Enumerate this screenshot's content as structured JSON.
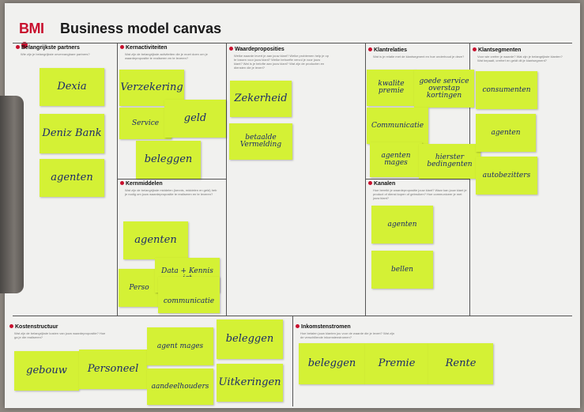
{
  "header": {
    "logo": "BMI",
    "title": "Business model canvas"
  },
  "sections": {
    "partners": {
      "label": "Belangrijkste partners",
      "question": "Wie zijn je belangrijkste onvervangbare partners?"
    },
    "activities": {
      "label": "Kernactiviteiten",
      "question": "Wat zijn de belangrijkste activiteiten die je moet doen om je waardepropositie te realiseren en te leveren?"
    },
    "value": {
      "label": "Waardeproposities",
      "question": "Welke waarde levert je aan jouw klant? Welke problemen help je op te lossen voor jouw klant? Welke behoefte vervul je voor jouw klant? Wat is je belofte aan jouw klant? Wat zijn de producten en diensten die je levert?"
    },
    "relations": {
      "label": "Klantrelaties",
      "question": "Wat is je relatie met de klantsegment en hoe onderhoud je deze?"
    },
    "segments": {
      "label": "Klantsegmenten",
      "question": "Voor wie creëer je waarde? Wat zijn je belangrijkste klanten? Wat bepaalt, creëert en geldt dit je klantsegment?"
    },
    "resources": {
      "label": "Kernmiddelen",
      "question": "Wat zijn de belangrijkste middelen (kennis, middelen en geld) heb je nodig om jouw waardepropositie te realiseren en te leveren?"
    },
    "channels": {
      "label": "Kanalen",
      "question": "Hoe bereikt je waardepropositie jouw klant? Waar kan jouw klant je product of dienst kopen of gebruiken? Hoe communiceer je met jouw klant?"
    },
    "costs": {
      "label": "Kostenstructuur",
      "question": "Wat zijn de belangrijkste kosten van jouw waardepropositie? Hoe ga je die realiseren?"
    },
    "revenue": {
      "label": "Inkomstenstromen",
      "question": "Hoe betalen jouw klanten jou voor de waarde die je levert? Wat zijn de verschillende inkomstenstromen?"
    }
  },
  "notes": {
    "partners": [
      "Dexia",
      "Deniz Bank",
      "agenten"
    ],
    "activities": [
      "Verzekering",
      "Service",
      "geld",
      "beleggen"
    ],
    "value": [
      "Zekerheid",
      "betaalde Vermelding"
    ],
    "relations": [
      "kwalite premie",
      "goede service overstap kortingen",
      "Communicatie",
      "agenten mages",
      "hierster bedingenten"
    ],
    "segments": [
      "consumenten",
      "agenten",
      "autobezitters"
    ],
    "resources": [
      "agenten",
      "Data + Kennis ict",
      "Perso",
      "communicatie"
    ],
    "channels": [
      "agenten",
      "bellen"
    ],
    "costs": [
      "gebouw",
      "Personeel",
      "agent mages",
      "aandeelhouders",
      "beleggen",
      "Uitkeringen"
    ],
    "revenue": [
      "beleggen",
      "Premie",
      "Rente"
    ]
  },
  "colors": {
    "sticky": "#d4f135",
    "accent": "#c8102e",
    "ink": "#1b2a6a"
  }
}
